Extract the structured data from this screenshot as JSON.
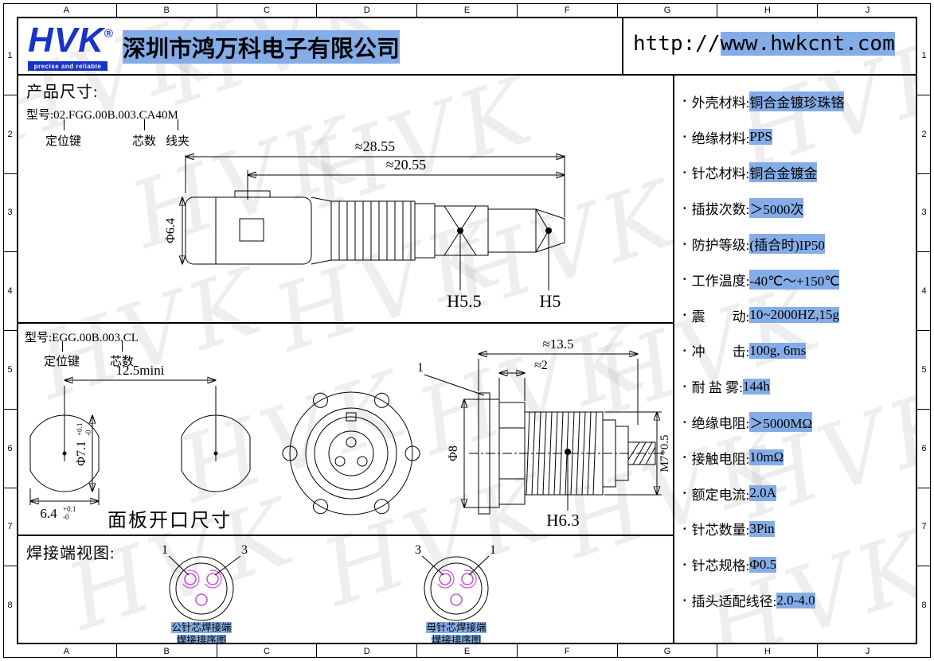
{
  "watermark": "HVK",
  "colors": {
    "logo_blue": "#1733c8",
    "highlight_blue": "#84ade8",
    "pin_magenta": "#c55bd6"
  },
  "ruler": {
    "columns": [
      "A",
      "B",
      "C",
      "D",
      "E",
      "F",
      "G",
      "H",
      "J"
    ],
    "rows": [
      "1",
      "2",
      "3",
      "4",
      "5",
      "6",
      "7",
      "8"
    ]
  },
  "header": {
    "logo_text": "HVK",
    "registered_mark": "®",
    "tagline": "precise and reliable",
    "company_name": "深圳市鸿万科电子有限公司",
    "url_prefix": "http://",
    "url_domain": "www.hwkcnt.com"
  },
  "product_dim_section": {
    "title": "产品尺寸:",
    "model": "型号:02.FGG.00B.003.CA40M",
    "callout_positioning_key": "定位键",
    "callout_core_count": "芯数",
    "callout_wire_clamp": "线夹",
    "dim_overall": "≈28.55",
    "dim_inner": "≈20.55",
    "dim_diameter": "Φ6.4",
    "label_h55": "H5.5",
    "label_h5": "H5"
  },
  "socket_section": {
    "model": "型号:EGG.00B.003.CL",
    "callout_positioning_key": "定位键",
    "callout_core_count": "芯数",
    "dim_pitch": "12.5mini",
    "dim_dia71": "Φ7.1",
    "tol_upper": "+0.1",
    "tol_lower": "-0",
    "dim_64": "6.4",
    "panel_label": "面板开口尺寸",
    "dim_135": "≈13.5",
    "dim_2": "≈2",
    "dim_1": "1",
    "dim_dia8": "Φ8",
    "dim_thread": "M7*0.5",
    "label_h63": "H6.3"
  },
  "solder_section": {
    "title": "焊接端视图:",
    "male": {
      "pin_label_1": "1",
      "pin_label_3": "3",
      "caption_line1": "公针芯焊接端",
      "caption_line2": "焊接排序图"
    },
    "female": {
      "pin_label_3": "3",
      "pin_label_1": "1",
      "caption_line1": "母针芯焊接端",
      "caption_line2": "焊接排序图"
    }
  },
  "specs": {
    "bullet": "·",
    "items": [
      {
        "label": "外壳材料:",
        "value": "铜合金镀珍珠铬"
      },
      {
        "label": "绝缘材料:",
        "value": "PPS"
      },
      {
        "label": "针芯材料:",
        "value": "铜合金镀金"
      },
      {
        "label": "插拔次数:",
        "value": "＞5000次"
      },
      {
        "label": "防护等级:",
        "value": "(插合时)IP50"
      },
      {
        "label": "工作温度:",
        "value": "-40℃～+150℃"
      },
      {
        "label": "震　　动:",
        "value": "10~2000HZ,15g"
      },
      {
        "label": "冲　　击:",
        "value": "100g, 6ms"
      },
      {
        "label": "耐 盐 雾:",
        "value": "144h"
      },
      {
        "label": "绝缘电阻:",
        "value": "＞5000MΩ"
      },
      {
        "label": "接触电阻:",
        "value": "10mΩ"
      },
      {
        "label": "额定电流:",
        "value": "2.0A"
      },
      {
        "label": "针芯数量:",
        "value": "3Pin"
      },
      {
        "label": "针芯规格:",
        "value": "Φ0.5"
      },
      {
        "label": "插头适配线径:",
        "value": "2.0-4.0"
      }
    ]
  }
}
